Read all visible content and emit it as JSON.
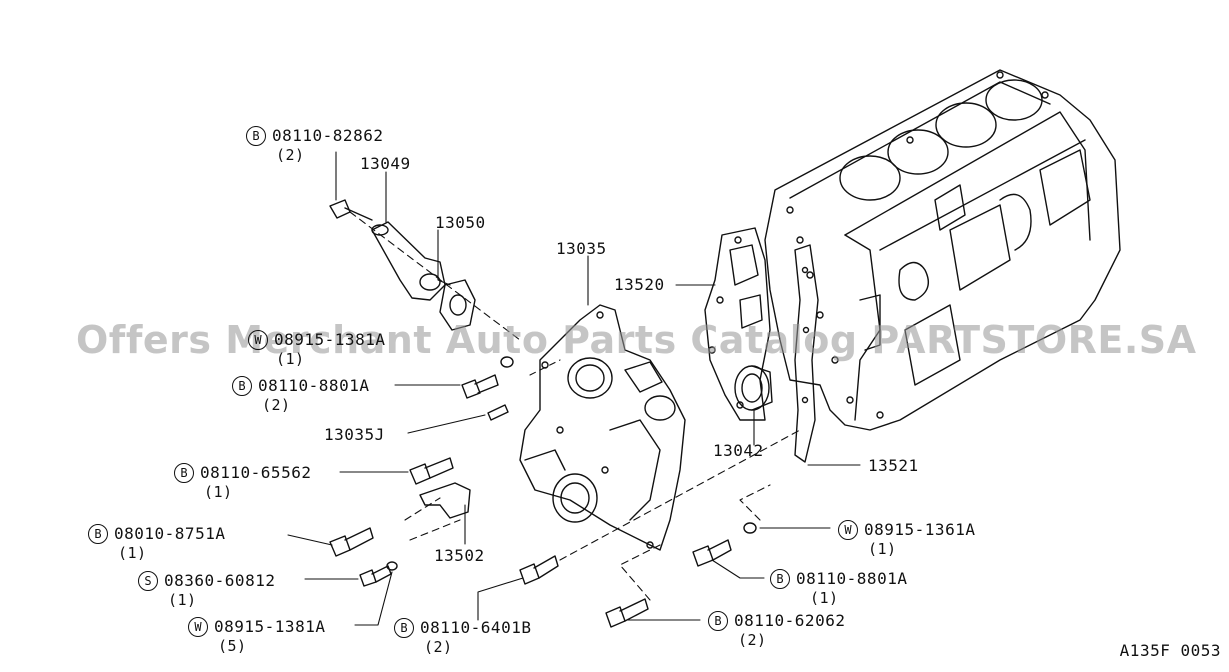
{
  "diagram": {
    "watermark": "Offers Merchant Auto Parts Catalog PARTSTORE.SA",
    "figure_code": "A135F 0053",
    "callouts": [
      {
        "id": "b-0811082862",
        "badge": "B",
        "part": "08110-82862",
        "qty": "(2)"
      },
      {
        "id": "p-13049",
        "badge": "",
        "part": "13049",
        "qty": ""
      },
      {
        "id": "p-13050",
        "badge": "",
        "part": "13050",
        "qty": ""
      },
      {
        "id": "p-13035",
        "badge": "",
        "part": "13035",
        "qty": ""
      },
      {
        "id": "p-13520",
        "badge": "",
        "part": "13520",
        "qty": ""
      },
      {
        "id": "w-08915-1381-top",
        "badge": "W",
        "part": "08915-1381A",
        "qty": "(1)"
      },
      {
        "id": "b-081108801a-left",
        "badge": "B",
        "part": "08110-8801A",
        "qty": "(2)"
      },
      {
        "id": "p-13035j",
        "badge": "",
        "part": "13035J",
        "qty": ""
      },
      {
        "id": "p-13042",
        "badge": "",
        "part": "13042",
        "qty": ""
      },
      {
        "id": "p-13521",
        "badge": "",
        "part": "13521",
        "qty": ""
      },
      {
        "id": "b-0811065562",
        "badge": "B",
        "part": "08110-65562",
        "qty": "(1)"
      },
      {
        "id": "b-080108751a",
        "badge": "B",
        "part": "08010-8751A",
        "qty": "(1)"
      },
      {
        "id": "p-13502",
        "badge": "",
        "part": "13502",
        "qty": ""
      },
      {
        "id": "w-089151361a",
        "badge": "W",
        "part": "08915-1361A",
        "qty": "(1)"
      },
      {
        "id": "s-0836060812",
        "badge": "S",
        "part": "08360-60812",
        "qty": "(1)"
      },
      {
        "id": "b-081108801a-right",
        "badge": "B",
        "part": "08110-8801A",
        "qty": "(1)"
      },
      {
        "id": "w-089151381a-bottom",
        "badge": "W",
        "part": "08915-1381A",
        "qty": "(5)"
      },
      {
        "id": "b-081106401b",
        "badge": "B",
        "part": "08110-6401B",
        "qty": "(2)"
      },
      {
        "id": "b-0811062062",
        "badge": "B",
        "part": "08110-62062",
        "qty": "(2)"
      }
    ]
  }
}
